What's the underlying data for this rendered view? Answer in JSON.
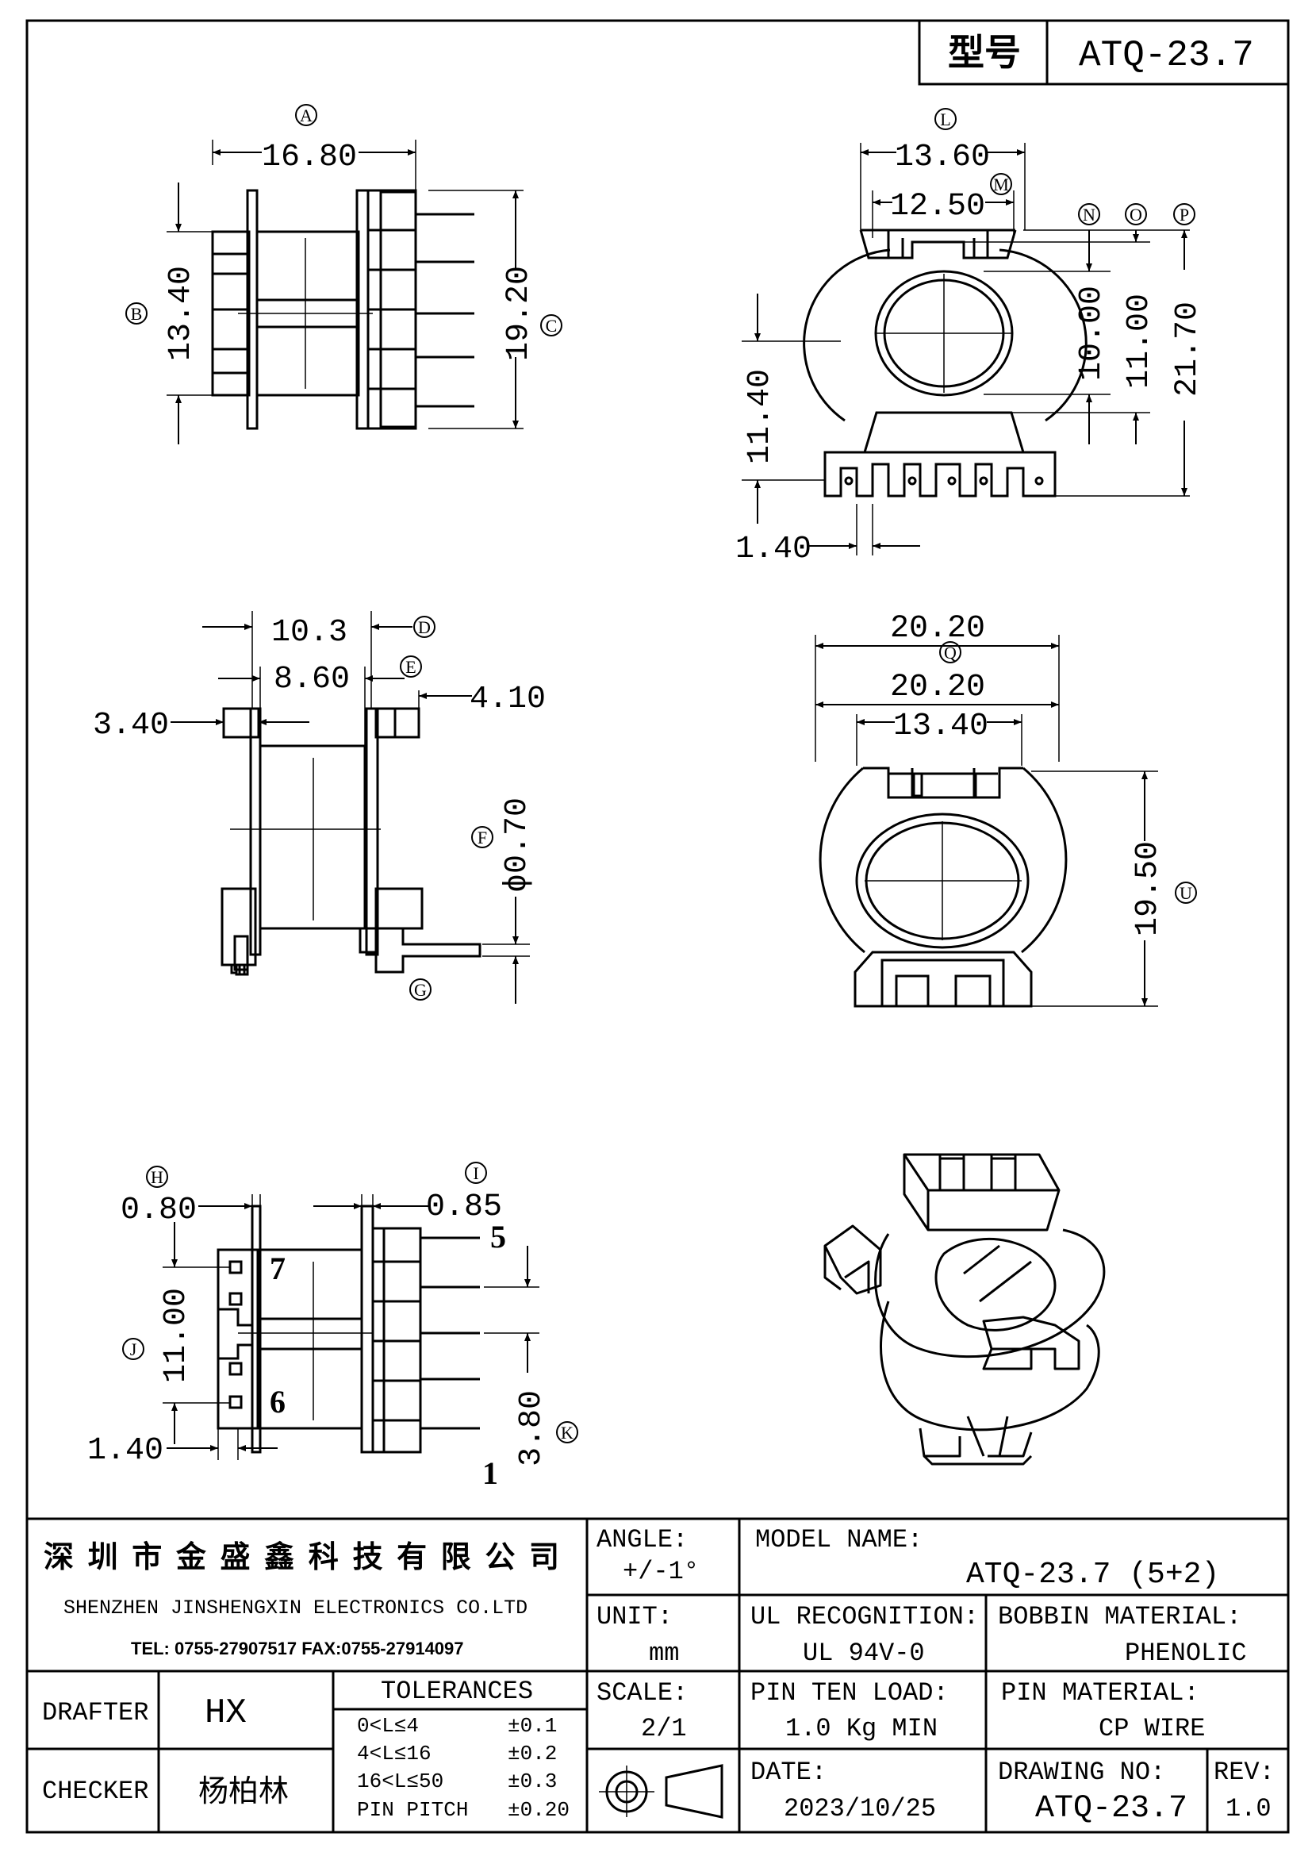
{
  "header": {
    "model_label": "型号",
    "model_value": "ATQ-23.7"
  },
  "views": {
    "front": {
      "circle_a": "A",
      "dim_a": "16.80",
      "circle_b": "B",
      "dim_b": "13.40",
      "circle_c": "C",
      "dim_c": "19.20"
    },
    "end": {
      "circle_l": "L",
      "dim_l": "13.60",
      "circle_m": "M",
      "dim_m": "12.50",
      "circle_n": "N",
      "circle_o": "O",
      "circle_p": "P",
      "dim_n": "10.00",
      "dim_o": "11.00",
      "dim_p": "21.70",
      "dim_left": "11.40",
      "dim_pin": "1.40"
    },
    "side": {
      "circle_d": "D",
      "dim_d": "10.3",
      "circle_e": "E",
      "dim_e": "8.60",
      "dim_right": "4.10",
      "dim_left": "3.40",
      "circle_f": "F",
      "dim_f": "ϕ0.70",
      "circle_g": "G"
    },
    "top": {
      "dim_q1": "20.20",
      "circle_q": "Q",
      "dim_q2": "20.20",
      "dim_inner": "13.40",
      "circle_u": "U",
      "dim_u": "19.50"
    },
    "bottom": {
      "circle_h": "H",
      "dim_h": "0.80",
      "circle_i": "I",
      "dim_i": "0.85",
      "pin_5": "5",
      "pin_7": "7",
      "pin_6": "6",
      "pin_1": "1",
      "circle_j": "J",
      "dim_j": "11.00",
      "dim_pin": "1.40",
      "circle_k": "K",
      "dim_k": "3.80"
    }
  },
  "title_block": {
    "company_cn": "深圳市金盛鑫科技有限公司",
    "company_en": "SHENZHEN JINSHENGXIN ELECTRONICS CO.LTD",
    "contact": "TEL: 0755-27907517   FAX:0755-27914097",
    "angle_label": "ANGLE:",
    "angle_value": "+/-1°",
    "model_name_label": "MODEL NAME:",
    "model_name_value": "ATQ-23.7 (5+2)",
    "unit_label": "UNIT:",
    "unit_value": "mm",
    "ul_label": "UL RECOGNITION:",
    "ul_value": "UL 94V-0",
    "bobbin_label": "BOBBIN MATERIAL:",
    "bobbin_value": "PHENOLIC",
    "drafter_label": "DRAFTER",
    "drafter_value": "HX",
    "tolerances_label": "TOLERANCES",
    "tolerances": [
      {
        "range": "0<L≤4",
        "value": "±0.1"
      },
      {
        "range": "4<L≤16",
        "value": "±0.2"
      },
      {
        "range": "16<L≤50",
        "value": "±0.3"
      },
      {
        "range": "PIN PITCH",
        "value": "±0.20"
      }
    ],
    "scale_label": "SCALE:",
    "scale_value": "2/1",
    "pin_load_label": "PIN TEN LOAD:",
    "pin_load_value": "1.0 Kg MIN",
    "pin_material_label": "PIN MATERIAL:",
    "pin_material_value": "CP WIRE",
    "checker_label": "CHECKER",
    "checker_value": "杨柏林",
    "date_label": "DATE:",
    "date_value": "2023/10/25",
    "drawing_no_label": "DRAWING NO:",
    "drawing_no_value": "ATQ-23.7",
    "rev_label": "REV:",
    "rev_value": "1.0"
  }
}
